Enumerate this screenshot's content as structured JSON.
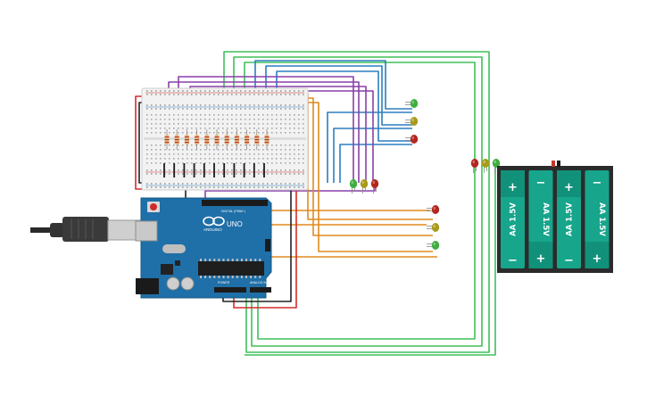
{
  "arduino": {
    "brand_text": "ARDUINO",
    "model_text": "UNO",
    "digital_text": "DIGITAL (PWM~)",
    "power_text": "POWER",
    "analog_text": "ANALOG IN",
    "usb_label": "",
    "board_color": "#1f6fa8"
  },
  "battery_pack": {
    "cells": [
      {
        "label": "AA 1.5V",
        "orientation": "plus-top"
      },
      {
        "label": "AA 1.5V",
        "orientation": "plus-bottom"
      },
      {
        "label": "AA 1.5V",
        "orientation": "plus-top"
      },
      {
        "label": "AA 1.5V",
        "orientation": "plus-bottom"
      }
    ],
    "plus_symbol": "+",
    "minus_symbol": "−",
    "cell_color": "#17a58c",
    "case_color": "#2b2b2b"
  },
  "leds": {
    "top_right": [
      "green",
      "yellow",
      "red"
    ],
    "breadboard_bottom": [
      "green",
      "yellow",
      "red"
    ],
    "right_of_arduino": [
      "red",
      "yellow",
      "green"
    ],
    "battery_side": [
      "red",
      "yellow",
      "green"
    ]
  },
  "colors": {
    "led_green": "#3fae3f",
    "led_yellow": "#a99a1a",
    "led_red": "#b3261e",
    "wire_green": "#3fbf5a",
    "wire_blue": "#2b7fc0",
    "wire_purple": "#8a3fa8",
    "wire_orange": "#e08a1e",
    "wire_red": "#d42b2b",
    "wire_black": "#222222",
    "resistor_body": "#e8b780"
  }
}
